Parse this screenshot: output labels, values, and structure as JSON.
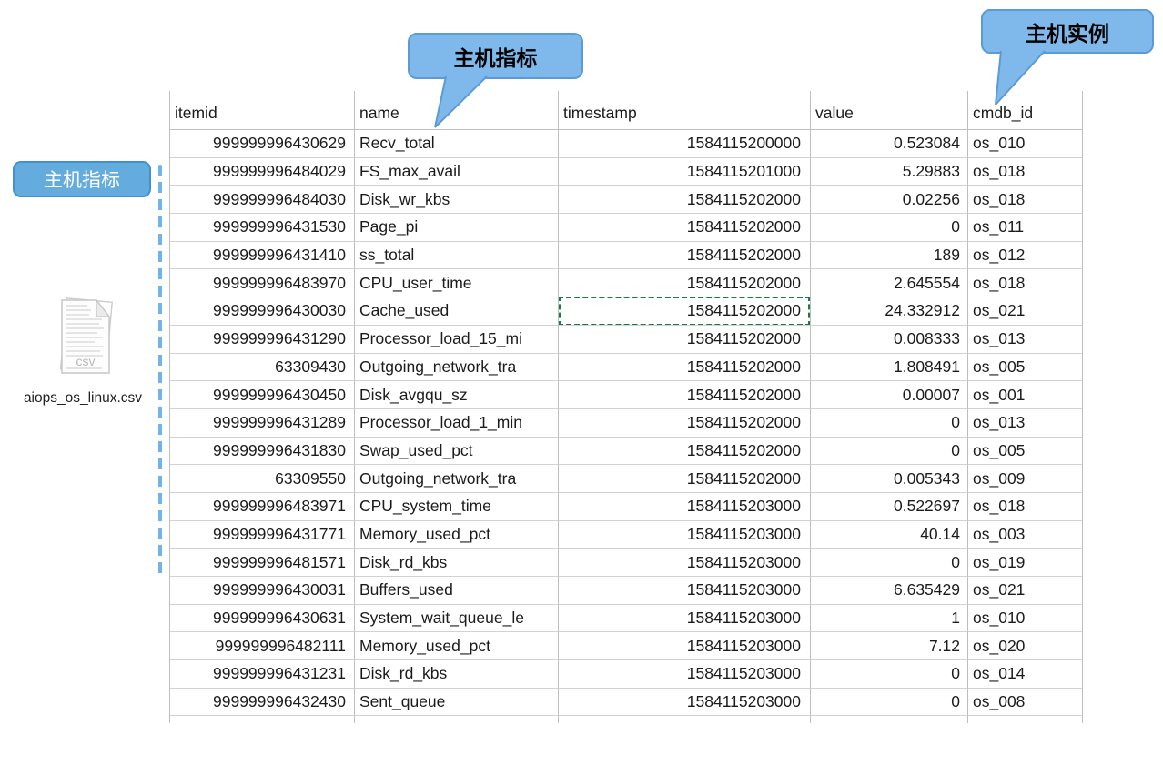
{
  "annotations": {
    "callout_top": {
      "label": "主机指标"
    },
    "callout_right": {
      "label": "主机实例"
    },
    "side_label": {
      "label": "主机指标"
    },
    "colors": {
      "callout_fill": "#7fb9eb",
      "callout_border": "#5b9bd5",
      "side_label_fill": "#65acde",
      "side_label_border": "#4191cb",
      "range_line_blue": "#6fb5ec",
      "selection_green": "#1e7a45"
    }
  },
  "file": {
    "filename": "aiops_os_linux.csv",
    "icon_text": "csv"
  },
  "table": {
    "columns": [
      {
        "key": "itemid",
        "label": "itemid",
        "align": "right"
      },
      {
        "key": "name",
        "label": "name",
        "align": "left"
      },
      {
        "key": "timestamp",
        "label": "timestamp",
        "align": "right"
      },
      {
        "key": "value",
        "label": "value",
        "align": "right"
      },
      {
        "key": "cmdb_id",
        "label": "cmdb_id",
        "align": "left"
      }
    ],
    "rows": [
      [
        "999999996430629",
        "Recv_total",
        "1584115200000",
        "0.523084",
        "os_010"
      ],
      [
        "999999996484029",
        "FS_max_avail",
        "1584115201000",
        "5.29883",
        "os_018"
      ],
      [
        "999999996484030",
        "Disk_wr_kbs",
        "1584115202000",
        "0.02256",
        "os_018"
      ],
      [
        "999999996431530",
        "Page_pi",
        "1584115202000",
        "0",
        "os_011"
      ],
      [
        "999999996431410",
        "ss_total",
        "1584115202000",
        "189",
        "os_012"
      ],
      [
        "999999996483970",
        "CPU_user_time",
        "1584115202000",
        "2.645554",
        "os_018"
      ],
      [
        "999999996430030",
        "Cache_used",
        "1584115202000",
        "24.332912",
        "os_021"
      ],
      [
        "999999996431290",
        "Processor_load_15_mi",
        "1584115202000",
        "0.008333",
        "os_013"
      ],
      [
        "63309430",
        "Outgoing_network_tra",
        "1584115202000",
        "1.808491",
        "os_005"
      ],
      [
        "999999996430450",
        "Disk_avgqu_sz",
        "1584115202000",
        "0.00007",
        "os_001"
      ],
      [
        "999999996431289",
        "Processor_load_1_min",
        "1584115202000",
        "0",
        "os_013"
      ],
      [
        "999999996431830",
        "Swap_used_pct",
        "1584115202000",
        "0",
        "os_005"
      ],
      [
        "63309550",
        "Outgoing_network_tra",
        "1584115202000",
        "0.005343",
        "os_009"
      ],
      [
        "999999996483971",
        "CPU_system_time",
        "1584115203000",
        "0.522697",
        "os_018"
      ],
      [
        "999999996431771",
        "Memory_used_pct",
        "1584115203000",
        "40.14",
        "os_003"
      ],
      [
        "999999996481571",
        "Disk_rd_kbs",
        "1584115203000",
        "0",
        "os_019"
      ],
      [
        "999999996430031",
        "Buffers_used",
        "1584115203000",
        "6.635429",
        "os_021"
      ],
      [
        "999999996430631",
        "System_wait_queue_le",
        "1584115203000",
        "1",
        "os_010"
      ],
      [
        "999999996482111",
        "Memory_used_pct",
        "1584115203000",
        "7.12",
        "os_020"
      ],
      [
        "999999996431231",
        "Disk_rd_kbs",
        "1584115203000",
        "0",
        "os_014"
      ],
      [
        "999999996432430",
        "Sent_queue",
        "1584115203000",
        "0",
        "os_008"
      ]
    ],
    "selected_cell": {
      "row": 6,
      "col": 2
    }
  }
}
